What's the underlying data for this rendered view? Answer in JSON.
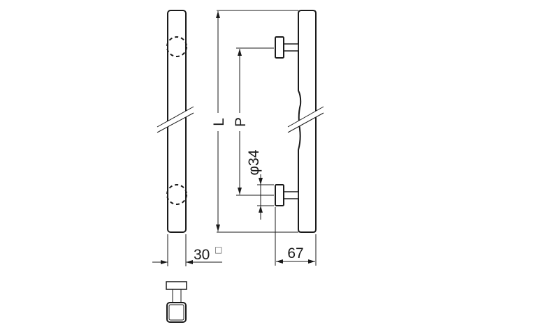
{
  "drawing": {
    "labels": {
      "length": "L",
      "pitch": "P",
      "post_diameter": "φ34",
      "bar_size": "30",
      "bar_size_symbol": "□",
      "projection": "67"
    },
    "line_color": "#1a1a1a"
  }
}
